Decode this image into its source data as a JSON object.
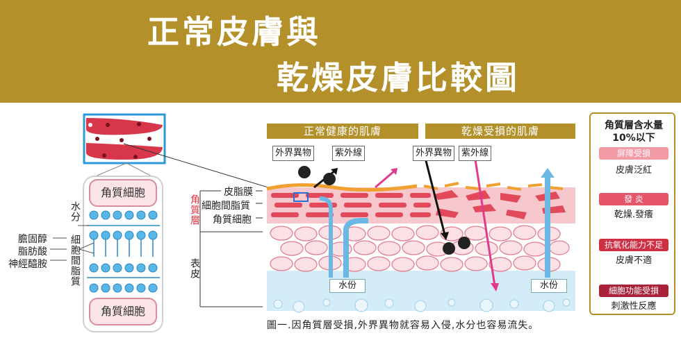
{
  "banner": {
    "title_line1": "正常皮膚與",
    "title_line2": "乾燥皮膚比較圖"
  },
  "left_diagram": {
    "top_cell": "角質細胞",
    "bottom_cell": "角質細胞",
    "water_label": "水分",
    "between_label": "細胞間脂質",
    "lipids": [
      "膽固醇",
      "脂肪酸",
      "神經醯胺"
    ]
  },
  "layer_labels": {
    "stratum_corneum": "角質層",
    "sebum": "皮脂膜",
    "intercellular_lipid": "細胞間脂質",
    "corneocyte": "角質細胞",
    "epidermis": "表皮"
  },
  "headers": {
    "normal": "正常健康的肌膚",
    "dry": "乾燥受損的肌膚"
  },
  "tags": {
    "foreign_left": "外界異物",
    "uv_left": "紫外線",
    "foreign_right": "外界異物",
    "uv_right": "紫外線",
    "water_left": "水份",
    "water_right": "水份"
  },
  "side_panel": {
    "title_line1": "角質層含水量",
    "title_line2": "10%以下",
    "steps": [
      {
        "badge": "屏障受損",
        "text": "皮膚泛紅",
        "color": "#f29aa6"
      },
      {
        "badge": "發 炎",
        "text": "乾燥.發癢",
        "color": "#e5566a"
      },
      {
        "badge": "抗氧化能力不足",
        "text": "皮膚不適",
        "color": "#cf2f45"
      },
      {
        "badge": "細胞功能受損",
        "text": "刺激性反應",
        "color": "#a8223a"
      }
    ]
  },
  "caption": "圖一.因角質層受損,外界異物就容易入侵,水分也容易流失。"
}
